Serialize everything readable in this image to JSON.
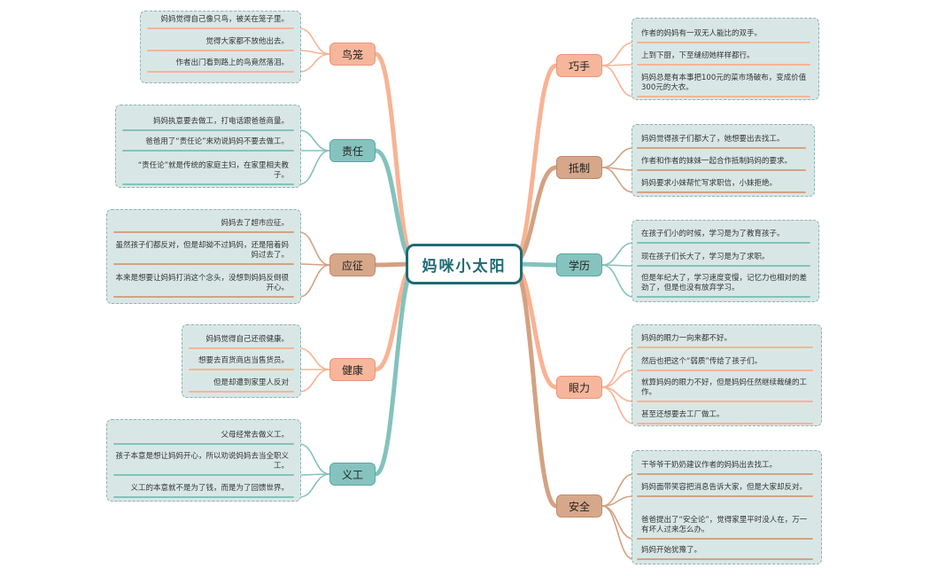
{
  "root": {
    "label": "妈咪小太阳"
  },
  "colors": {
    "peach": "#f6b69b",
    "teal": "#86c3bf",
    "tan": "#d7a78a",
    "root_border": "#1f6b73",
    "box_bg": "#d8e7e5"
  },
  "left": [
    {
      "label": "鸟笼",
      "color": "peach",
      "items": [
        "妈妈觉得自己像只鸟，被关在笼子里。",
        "觉得大家都不放他出去。",
        "作者出门看到路上的鸟竟然落泪。"
      ]
    },
    {
      "label": "责任",
      "color": "teal",
      "items": [
        "妈妈执意要去做工，打电话跟爸爸商量。",
        "爸爸用了“责任论”来劝说妈妈不要去做工。",
        "“责任论”就是传统的家庭主妇，在家里相夫教子。"
      ]
    },
    {
      "label": "应征",
      "color": "tan",
      "items": [
        "妈妈去了超市应征。",
        "虽然孩子们都反对，但是却拗不过妈妈，还是陪着妈妈过去了。",
        "本来是想要让妈妈打消这个念头，没想到妈妈反倒很开心。"
      ]
    },
    {
      "label": "健康",
      "color": "peach",
      "items": [
        "妈妈觉得自己还很健康。",
        "想要去百货商店当售货员。",
        "但是却遭到家里人反对"
      ]
    },
    {
      "label": "义工",
      "color": "teal",
      "items": [
        "父母经常去做义工。",
        "孩子本意是想让妈妈开心，所以劝说妈妈去当全职义工。",
        "义工的本意就不是为了钱，而是为了回馈世界。"
      ]
    }
  ],
  "right": [
    {
      "label": "巧手",
      "color": "peach",
      "items": [
        "作者的妈妈有一双无人能比的双手。",
        "上到下厨，下至缝纫她样样都行。",
        "妈妈总是有本事把100元的菜市场破布，变成价值300元的大衣。"
      ]
    },
    {
      "label": "抵制",
      "color": "tan",
      "items": [
        "妈妈觉得孩子们都大了，她想要出去找工。",
        "作者和作者的妹妹一起合作抵制妈妈的要求。",
        "妈妈要求小妹帮忙写求职信，小妹拒绝。"
      ]
    },
    {
      "label": "学历",
      "color": "teal",
      "items": [
        "在孩子们小的时候，学习是为了教育孩子。",
        "现在孩子们长大了，学习是为了求职。",
        "但是年纪大了，学习速度变慢，记忆力也相对的差劲了，但是也没有放弃学习。"
      ]
    },
    {
      "label": "眼力",
      "color": "peach",
      "items": [
        "妈妈的眼力一向来都不好。",
        "然后也把这个“弱质”传给了孩子们。",
        "就算妈妈的眼力不好，但是妈妈任然继续裁缝的工作。",
        "甚至还想要去工厂做工。"
      ]
    },
    {
      "label": "安全",
      "color": "tan",
      "items": [
        "干爷爷干奶奶建议作者的妈妈出去找工。",
        "妈妈面带笑容把消息告诉大家，但是大家却反对。",
        "爸爸提出了“安全论”，觉得家里平时没人在，万一有坏人过来怎么办。",
        "妈妈开始犹豫了。"
      ]
    }
  ]
}
